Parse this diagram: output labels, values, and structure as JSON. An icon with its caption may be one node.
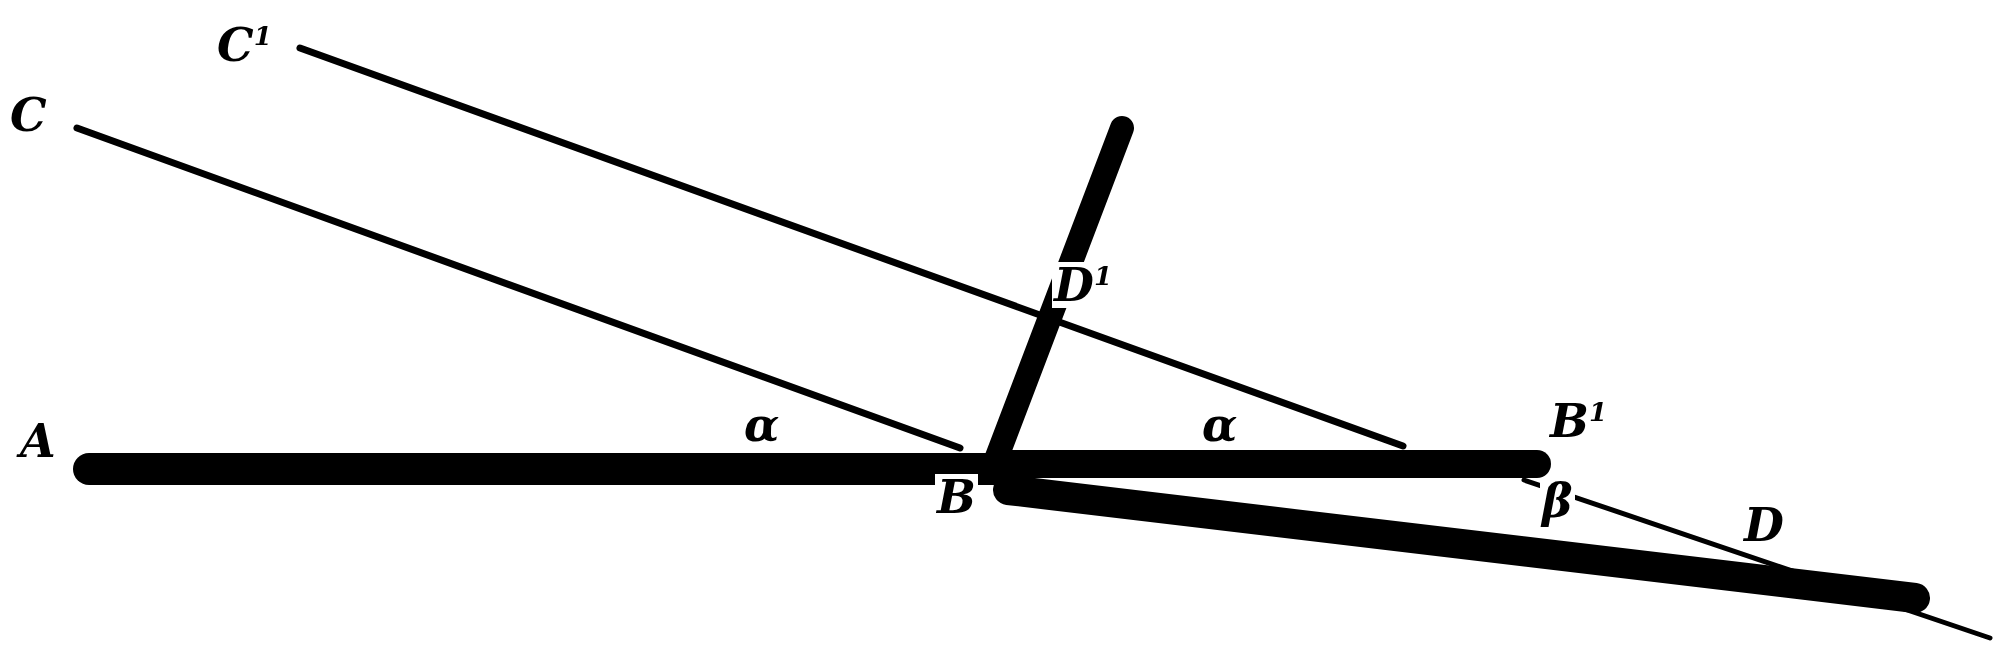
{
  "diagram": {
    "labels": [
      "C$^{1}$",
      "C",
      "D$^{1}$",
      "A",
      "α",
      "α",
      "B$^{1}$",
      "B",
      "β",
      "D"
    ]
  }
}
